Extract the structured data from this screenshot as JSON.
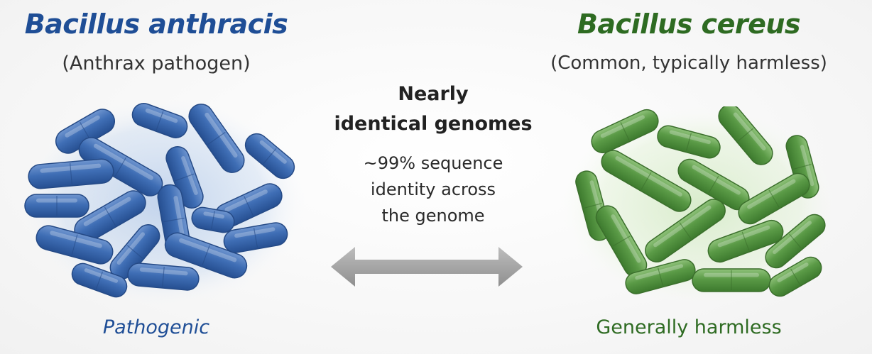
{
  "left": {
    "species": "Bacillus anthracis",
    "subtitle": "(Anthrax pathogen)",
    "label": "Pathogenic",
    "color": "#1f4e96",
    "cell_color": "#3f6eb5"
  },
  "right": {
    "species": "Bacillus cereus",
    "subtitle": "(Common, typically harmless)",
    "label": "Generally harmless",
    "color": "#2e6b22",
    "cell_color": "#5a9a46"
  },
  "center": {
    "heading": [
      "Nearly",
      "identical genomes"
    ],
    "body": [
      "~99% sequence",
      "identity across",
      "the genome"
    ],
    "arrow_color": "#9e9e9e"
  }
}
